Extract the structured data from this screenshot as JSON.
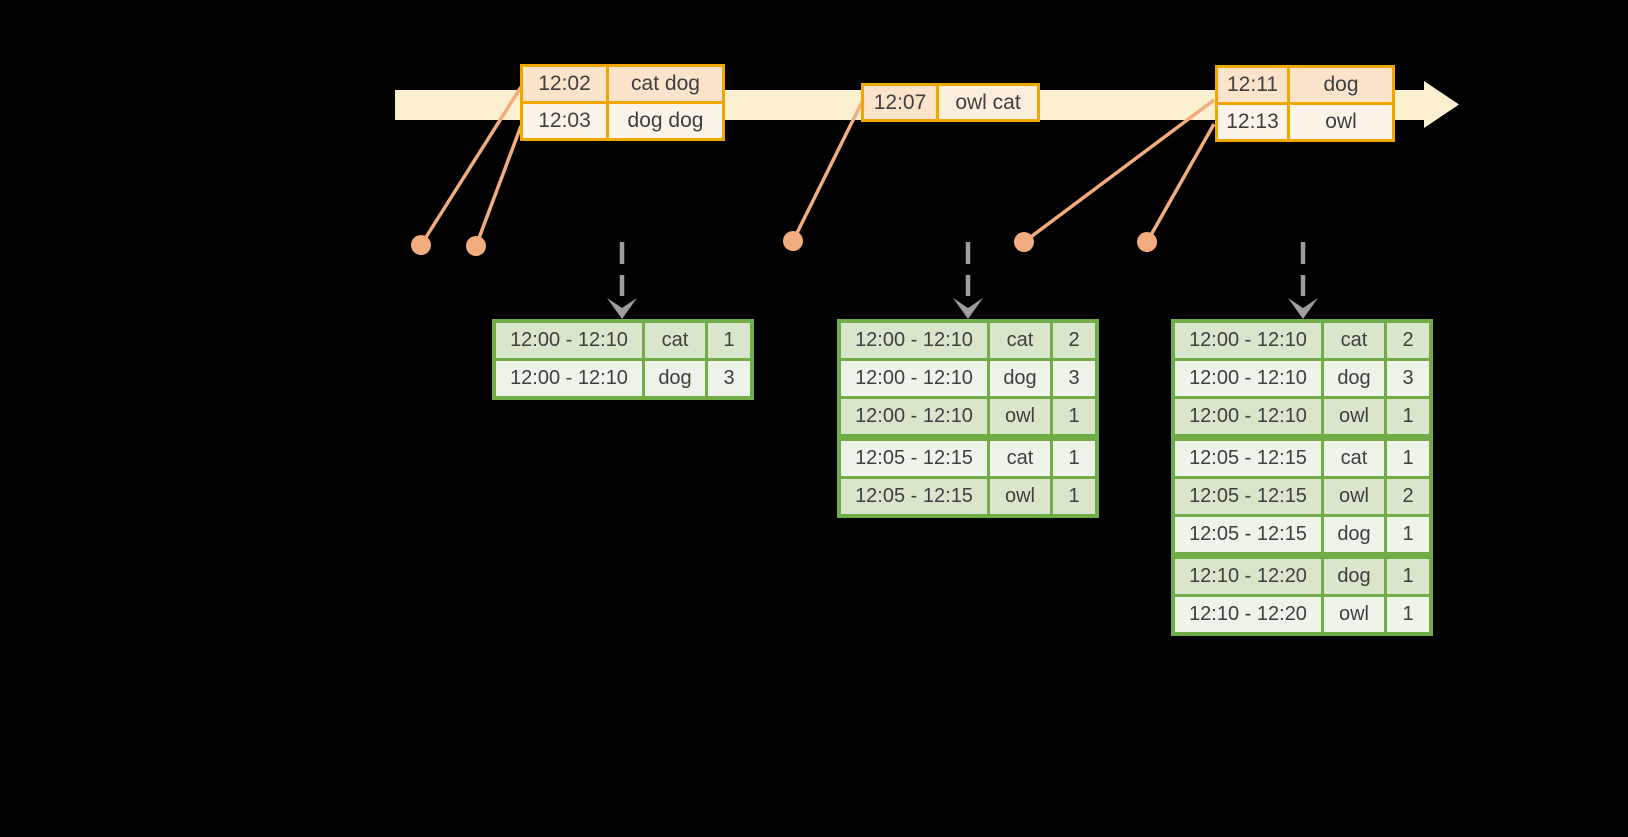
{
  "diagram": {
    "colors": {
      "background": "#000000",
      "timeline_band": "#FBF0CF",
      "event_table_border": "#F0A800",
      "event_row_dark": "#FBE3CC",
      "event_row_light": "#FDF4E9",
      "connector": "#F2AC7D",
      "trigger_arrow": "#9E9E9E",
      "result_table_border": "#70AD47",
      "result_row_dark": "#D9E6CB",
      "result_row_light": "#EEF4E9",
      "text": "#3F3F3F"
    },
    "timeline": {
      "event_tables": [
        {
          "rows": [
            {
              "time": "12:02",
              "words": "cat dog"
            },
            {
              "time": "12:03",
              "words": "dog dog"
            }
          ]
        },
        {
          "rows": [
            {
              "time": "12:07",
              "words": "owl cat"
            }
          ]
        },
        {
          "rows": [
            {
              "time": "12:11",
              "words": "dog"
            },
            {
              "time": "12:13",
              "words": "owl"
            }
          ]
        }
      ]
    },
    "result_tables": [
      {
        "rows": [
          {
            "window": "12:00 - 12:10",
            "word": "cat",
            "count": "1"
          },
          {
            "window": "12:00 - 12:10",
            "word": "dog",
            "count": "3"
          }
        ]
      },
      {
        "rows": [
          {
            "window": "12:00 - 12:10",
            "word": "cat",
            "count": "2"
          },
          {
            "window": "12:00 - 12:10",
            "word": "dog",
            "count": "3"
          },
          {
            "window": "12:00 - 12:10",
            "word": "owl",
            "count": "1"
          },
          {
            "window": "12:05 - 12:15",
            "word": "cat",
            "count": "1"
          },
          {
            "window": "12:05 - 12:15",
            "word": "owl",
            "count": "1"
          }
        ]
      },
      {
        "rows": [
          {
            "window": "12:00 - 12:10",
            "word": "cat",
            "count": "2"
          },
          {
            "window": "12:00 - 12:10",
            "word": "dog",
            "count": "3"
          },
          {
            "window": "12:00 - 12:10",
            "word": "owl",
            "count": "1"
          },
          {
            "window": "12:05 - 12:15",
            "word": "cat",
            "count": "1"
          },
          {
            "window": "12:05 - 12:15",
            "word": "owl",
            "count": "2"
          },
          {
            "window": "12:05 - 12:15",
            "word": "dog",
            "count": "1"
          },
          {
            "window": "12:10 - 12:20",
            "word": "dog",
            "count": "1"
          },
          {
            "window": "12:10 - 12:20",
            "word": "owl",
            "count": "1"
          }
        ]
      }
    ]
  }
}
